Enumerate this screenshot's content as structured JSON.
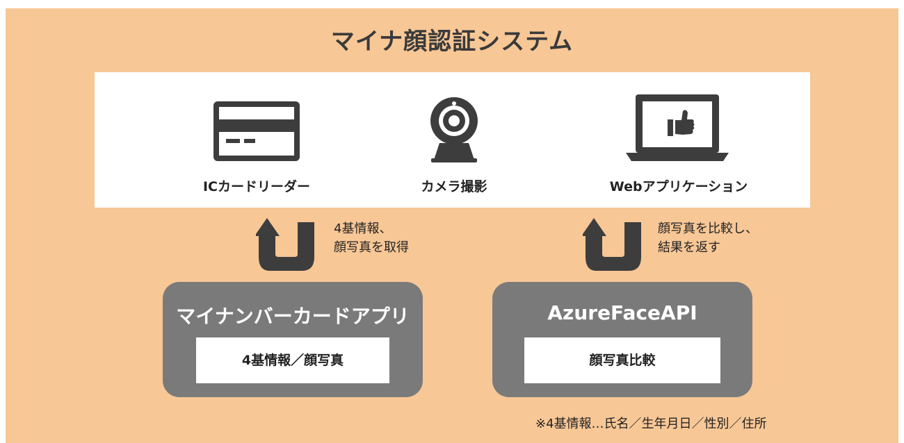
{
  "title": "マイナ顔認証システム",
  "components": [
    {
      "label": "ICカードリーダー",
      "icon": "card-reader-icon"
    },
    {
      "label": "カメラ撮影",
      "icon": "webcam-icon"
    },
    {
      "label": "Webアプリケーション",
      "icon": "laptop-thumbs-up-icon"
    }
  ],
  "flows": [
    {
      "line1": "4基情報、",
      "line2": "顔写真を取得",
      "icon": "u-turn-arrow-icon"
    },
    {
      "line1": "顔写真を比較し、",
      "line2": "結果を返す",
      "icon": "u-turn-arrow-icon"
    }
  ],
  "services": [
    {
      "name": "マイナンバーカードアプリ",
      "inner": "4基情報／顔写真"
    },
    {
      "name": "AzureFaceAPI",
      "inner": "顔写真比較"
    }
  ],
  "footnote": "※4基情報…氏名／生年月日／性別／住所",
  "colors": {
    "background": "#f7c796",
    "panel": "#ffffff",
    "box": "#7a7a7a",
    "icon": "#3d3d3d"
  }
}
